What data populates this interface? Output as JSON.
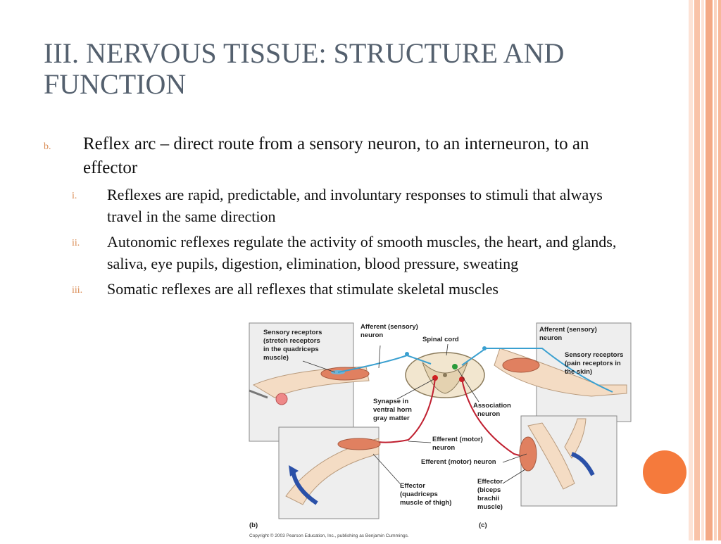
{
  "title": "III. NERVOUS TISSUE: STRUCTURE AND FUNCTION",
  "bullet": {
    "marker": "b.",
    "text": "Reflex arc – direct route from a sensory neuron, to an interneuron, to an effector",
    "sub": [
      {
        "marker": "i.",
        "text": "Reflexes are rapid, predictable, and involuntary responses to stimuli that always travel in the same direction"
      },
      {
        "marker": "ii.",
        "text": "Autonomic reflexes regulate the activity of smooth muscles, the heart, and glands, saliva, eye pupils, digestion, elimination, blood pressure, sweating"
      },
      {
        "marker": "iii.",
        "text": "Somatic reflexes are all reflexes that stimulate skeletal muscles"
      }
    ]
  },
  "figure": {
    "sensory_receptors_b": [
      "Sensory receptors",
      "(stretch receptors",
      "in the quadriceps",
      "muscle)"
    ],
    "afferent_b": [
      "Afferent (sensory)",
      "neuron"
    ],
    "spinal_cord": "Spinal cord",
    "afferent_c": [
      "Afferent (sensory)",
      "neuron"
    ],
    "sensory_receptors_c": [
      "Sensory receptors",
      "(pain receptors in",
      "the skin)"
    ],
    "synapse": [
      "Synapse in",
      "ventral horn",
      "gray matter"
    ],
    "association": [
      "Association",
      "neuron"
    ],
    "efferent_b": [
      "Efferent (motor)",
      "neuron"
    ],
    "efferent_c": "Efferent (motor) neuron",
    "effector_b": [
      "Effector",
      "(quadriceps",
      "muscle of thigh)"
    ],
    "effector_c": [
      "Effector",
      "(biceps",
      "brachii",
      "muscle)"
    ],
    "label_b": "(b)",
    "label_c": "(c)",
    "copyright": "Copyright © 2003 Pearson Education, Inc., publishing as Benjamin Cummings."
  },
  "colors": {
    "title": "#54606e",
    "marker": "#d98a52",
    "accent_dot": "#f57a3c",
    "stripes": [
      "#fbd9c8",
      "#f7b89a",
      "#fbd9c8",
      "#f29e78"
    ]
  }
}
